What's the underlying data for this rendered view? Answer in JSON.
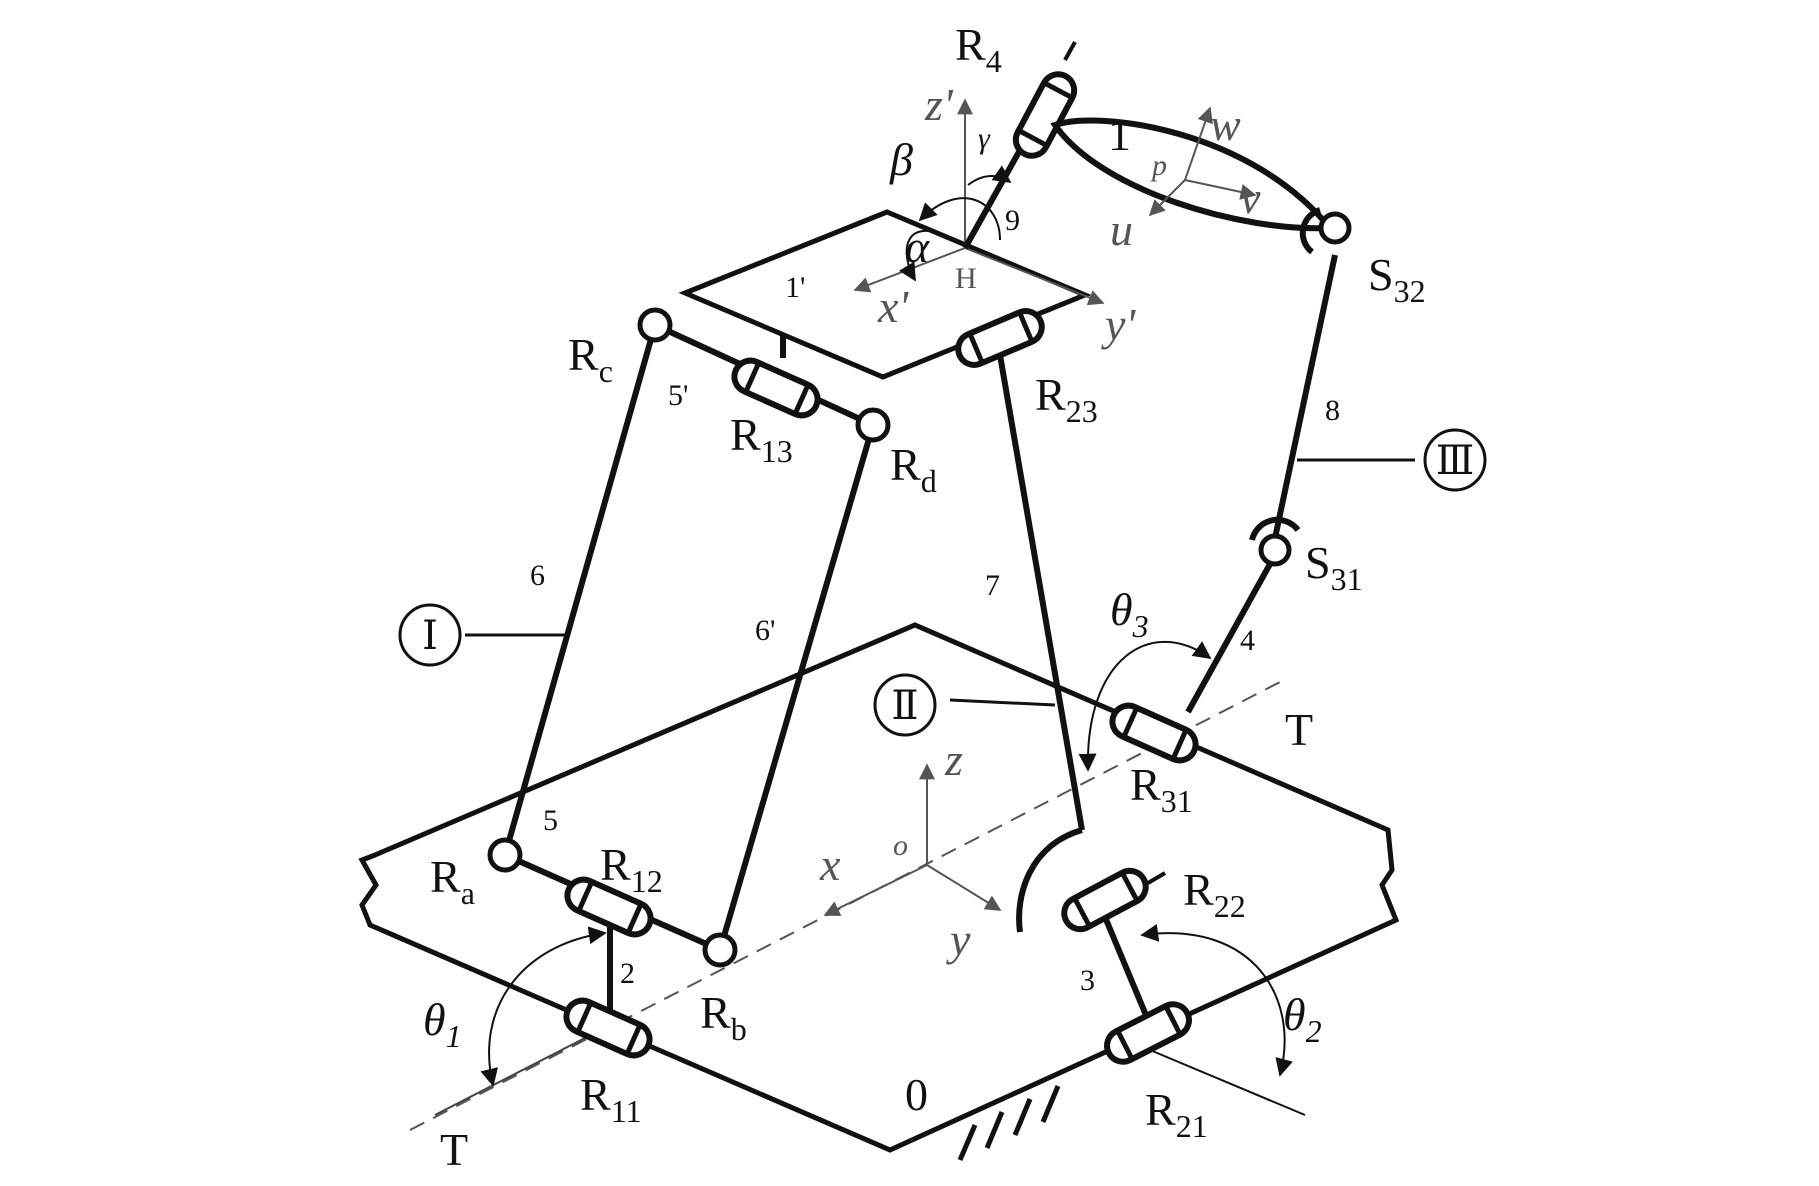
{
  "diagram": {
    "joints": {
      "R4": {
        "main": "R",
        "sub": "4"
      },
      "Rc": {
        "main": "R",
        "sub": "c"
      },
      "Rd": {
        "main": "R",
        "sub": "d"
      },
      "Ra": {
        "main": "R",
        "sub": "a"
      },
      "Rb": {
        "main": "R",
        "sub": "b"
      },
      "R13": {
        "main": "R",
        "sub": "13"
      },
      "R12": {
        "main": "R",
        "sub": "12"
      },
      "R11": {
        "main": "R",
        "sub": "11"
      },
      "R21": {
        "main": "R",
        "sub": "21"
      },
      "R22": {
        "main": "R",
        "sub": "22"
      },
      "R23": {
        "main": "R",
        "sub": "23"
      },
      "R31": {
        "main": "R",
        "sub": "31"
      },
      "S31": {
        "main": "S",
        "sub": "31"
      },
      "S32": {
        "main": "S",
        "sub": "32"
      }
    },
    "links": {
      "l1": "1",
      "l1p": "1'",
      "l2": "2",
      "l3": "3",
      "l4": "4",
      "l5": "5",
      "l5p": "5'",
      "l6": "6",
      "l6p": "6'",
      "l7": "7",
      "l8": "8",
      "l9": "9",
      "l0": "0"
    },
    "chains": {
      "I": "Ⅰ",
      "II": "Ⅱ",
      "III": "Ⅲ"
    },
    "axes": {
      "x": "x",
      "y": "y",
      "z": "z",
      "o": "o",
      "xp": "x'",
      "yp": "y'",
      "zp": "z'",
      "u": "u",
      "v": "v",
      "w": "w",
      "p": "p",
      "H": "H"
    },
    "angles": {
      "alpha": "α",
      "beta": "β",
      "gamma": "γ",
      "theta1": {
        "main": "θ",
        "sub": "1"
      },
      "theta2": {
        "main": "θ",
        "sub": "2"
      },
      "theta3": {
        "main": "θ",
        "sub": "3"
      }
    },
    "axis_label_T": "T",
    "colors": {
      "ink": "#111111",
      "gray": "#555555",
      "background": "#ffffff"
    }
  }
}
